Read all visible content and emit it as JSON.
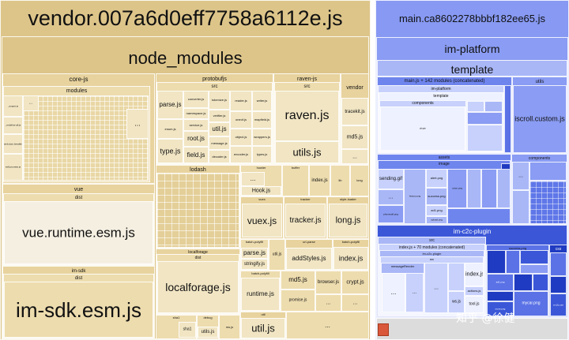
{
  "left": {
    "vendor_title": "vendor.007a6d0eff7758a6112e.js",
    "node_modules": "node_modules",
    "core_js": "core-js",
    "modules": "modules",
    "dots": "...",
    "tiny_labels": [
      "_export.js",
      "_redefine-all.js",
      "web.dom.iterable.js",
      "es6.promise.js"
    ],
    "protobufjs": "protobufjs",
    "src": "src",
    "parse_js": "parse.js",
    "util_js": "util.js",
    "root_js": "root.js",
    "type_js": "type.js",
    "field_js": "field.js",
    "small_proto": [
      "converter.js",
      "tokenize.js",
      "reader.js",
      "writer.js",
      "namespace.js",
      "enum.js",
      "method.js",
      "service.js",
      "verifier.js",
      "oneof.js",
      "mapfield.js",
      "object.js",
      "message.js",
      "decoder.js",
      "encoder.js",
      "wrappers.js",
      "types.js",
      "common.js",
      "class.js",
      "index.js"
    ],
    "raven_js": "raven-js",
    "raven_file": "raven.js",
    "utils_js": "utils.js",
    "vendor": "vendor",
    "tracekit_js": "tracekit.js",
    "md5_js": "md5.js",
    "lodash": "lodash",
    "hook_js": "Hook.js",
    "index_js": "index.js",
    "vuex_js": "vuex.js",
    "tracker_js": "tracker.js",
    "long_js": "long.js",
    "vue": "vue",
    "dist": "dist",
    "vue_runtime": "vue.runtime.esm.js",
    "localforage": "localforage",
    "localforage_js": "localforage.js",
    "stringify_js": "stringify.js",
    "add_styles": "addStyles.js",
    "runtime_js": "runtime.js",
    "promise_js": "promise.js",
    "browser_js": "browser.js",
    "crypt_js": "crypt.js",
    "im_sdk": "im-sdk",
    "im_sdk_file": "im-sdk.esm.js",
    "small_misc": [
      "howler",
      "buffer",
      "dist",
      "tracker",
      "lib",
      "long",
      "vuex",
      "style-loader",
      "url-parse",
      "batch-polyfill",
      "md5",
      "charenc",
      "is-buffer",
      "sha1",
      "debug",
      "lib",
      "util",
      "ms.js",
      "util.js"
    ]
  },
  "right": {
    "main_title": "main.ca8602278bbbf182ee65.js",
    "im_platform": "im-platform",
    "template": "template",
    "concat_1": "main.js + 142 modules (concatenated)",
    "im_platform_inner": "im-platform",
    "template_inner": "template",
    "components": "components",
    "utils": "utils",
    "iscroll": "iscroll.custom.js",
    "assets": "assets",
    "image": "image",
    "components2": "components",
    "sending_gif": "sending.gif",
    "alert_png": "alert.png",
    "sending_png": "sending.png",
    "success_png": "success.png",
    "ad1_png": "ad1.png",
    "upload_png": "upload.png",
    "dots": "...",
    "im_c2c_plugin": "im-c2c-plugin",
    "src": "src",
    "concat_2": "index.js + 70 modules (concatenated)",
    "im_c2c_plugin_inner": "im-c2c-plugin",
    "src_inner": "src",
    "message_render": "messageRender",
    "index_js": "index.js",
    "ws_js": "ws.js",
    "tool_js": "tool.js",
    "actions_js": "actions.js",
    "mycar_png": "mycar.png",
    "css": "css",
    "small_blue": [
      "plugin",
      "history.png",
      "success.png",
      "upload.png",
      "voice.png",
      "ad1.png",
      "ad2.png",
      "phonecall.png",
      "more.png",
      "c2c.woff",
      "a-c2c.css"
    ]
  },
  "watermark": "知乎 @徐健",
  "colors": {
    "tan": "#ddc58a",
    "cream": "#f5efe1",
    "blue": "#6f85ee",
    "blue_dark": "#1f3bc1"
  }
}
